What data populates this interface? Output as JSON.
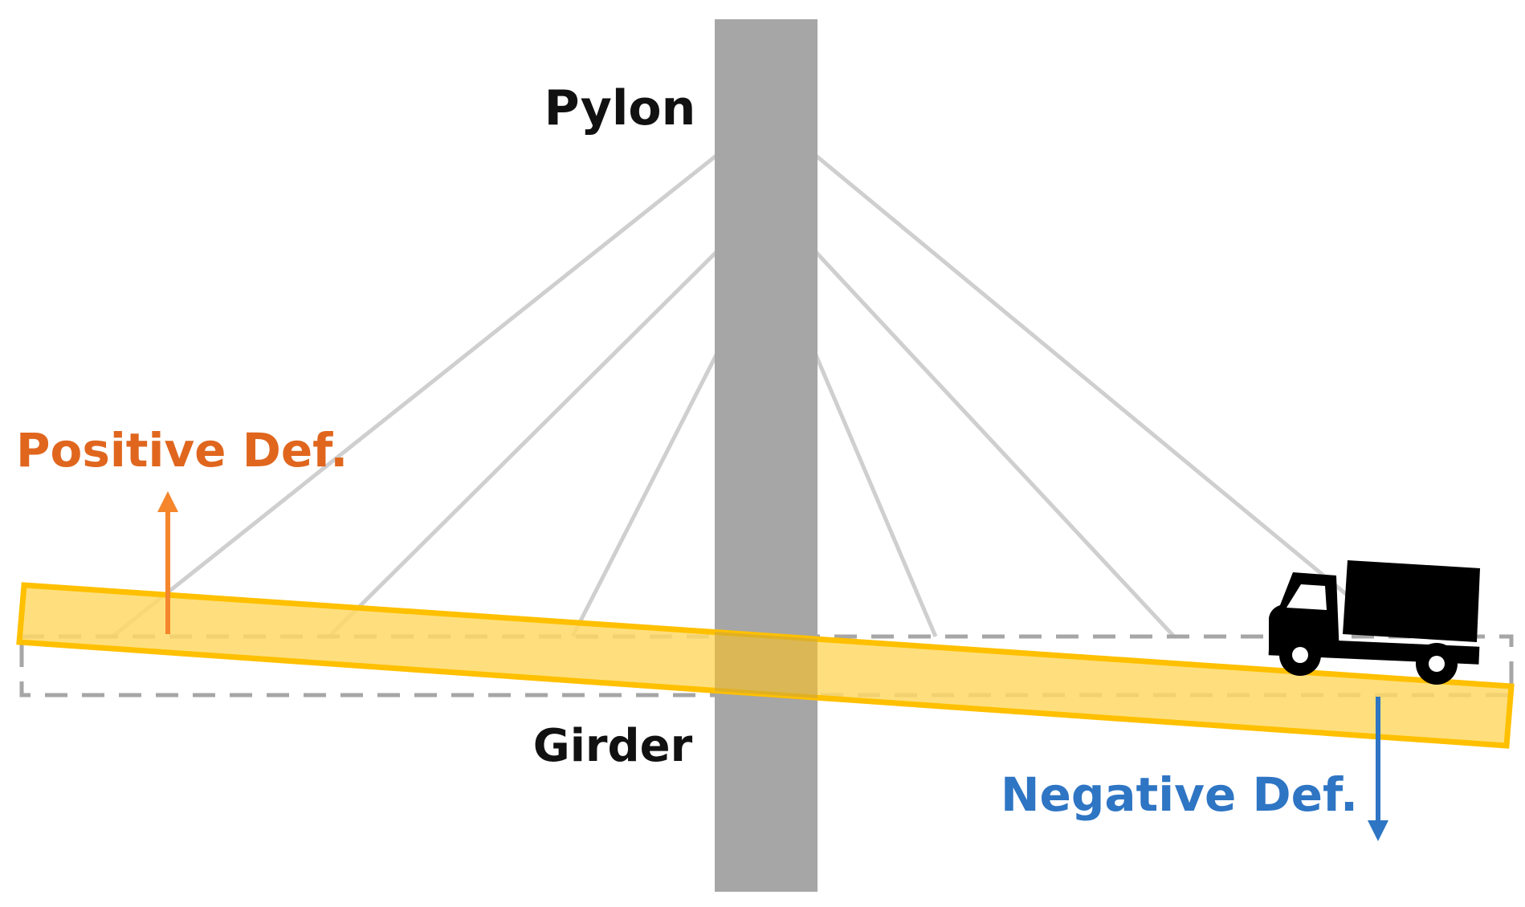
{
  "labels": {
    "pylon": "Pylon",
    "girder": "Girder",
    "positive_def": "Positive Def.",
    "negative_def": "Negative Def."
  },
  "colors": {
    "pylon": "#a6a6a6",
    "cable": "#cfcfcf",
    "girder_fill": "#ffd966",
    "girder_stroke": "#ffc000",
    "original_outline": "#a6a6a6",
    "positive": "#e0661e",
    "positive_arrow": "#f5862b",
    "negative": "#2e75c4",
    "label": "#111111",
    "truck": "#000000"
  },
  "icons": {
    "truck": "truck-icon",
    "up_arrow": "arrow-up-icon",
    "down_arrow": "arrow-down-icon"
  }
}
